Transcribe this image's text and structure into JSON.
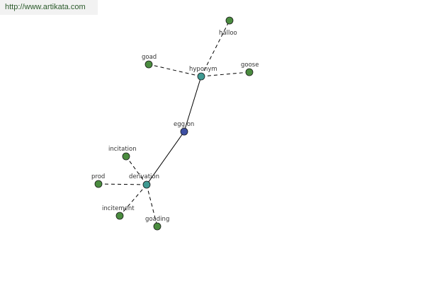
{
  "site_url": "http://www.artikata.com",
  "colors": {
    "leaf_node": "#4a8c3f",
    "relation_node": "#3f9a92",
    "center_node": "#3d4fa3",
    "edge": "#000000",
    "node_stroke": "#1a1a1a"
  },
  "graph": {
    "nodes": [
      {
        "id": "egg-on",
        "label": "egg on",
        "kind": "center"
      },
      {
        "id": "hyponym",
        "label": "hyponym",
        "kind": "relation"
      },
      {
        "id": "derivation",
        "label": "derivation",
        "kind": "relation"
      },
      {
        "id": "halloo",
        "label": "halloo",
        "kind": "leaf"
      },
      {
        "id": "goad",
        "label": "goad",
        "kind": "leaf"
      },
      {
        "id": "goose",
        "label": "goose",
        "kind": "leaf"
      },
      {
        "id": "incitation",
        "label": "incitation",
        "kind": "leaf"
      },
      {
        "id": "prod",
        "label": "prod",
        "kind": "leaf"
      },
      {
        "id": "incitement",
        "label": "incitement",
        "kind": "leaf"
      },
      {
        "id": "goading",
        "label": "goading",
        "kind": "leaf"
      }
    ],
    "edges": [
      {
        "from": "egg-on",
        "to": "hyponym",
        "style": "solid"
      },
      {
        "from": "egg-on",
        "to": "derivation",
        "style": "solid"
      },
      {
        "from": "hyponym",
        "to": "halloo",
        "style": "dashed"
      },
      {
        "from": "hyponym",
        "to": "goad",
        "style": "dashed"
      },
      {
        "from": "hyponym",
        "to": "goose",
        "style": "dashed"
      },
      {
        "from": "derivation",
        "to": "incitation",
        "style": "dashed"
      },
      {
        "from": "derivation",
        "to": "prod",
        "style": "dashed"
      },
      {
        "from": "derivation",
        "to": "incitement",
        "style": "dashed"
      },
      {
        "from": "derivation",
        "to": "goading",
        "style": "dashed"
      }
    ]
  }
}
